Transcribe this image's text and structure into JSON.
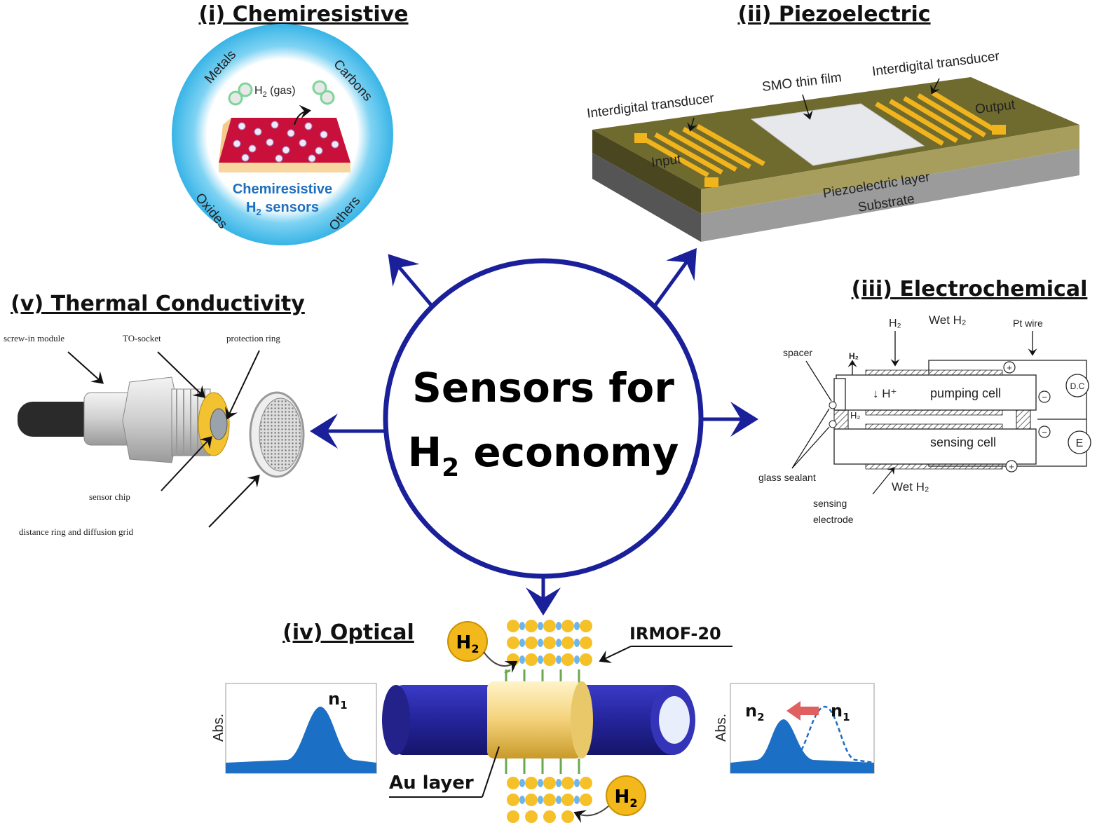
{
  "center": {
    "line1": "Sensors for",
    "line2_prefix": "H",
    "line2_sub": "2",
    "line2_suffix": " economy"
  },
  "sections": {
    "chemiresistive": {
      "title": "(i) Chemiresistive",
      "ring_labels": [
        "Metals",
        "Carbons",
        "Oxides",
        "Others"
      ],
      "gas_label_prefix": "H",
      "gas_label_sub": "2",
      "gas_label_suffix": " (gas)",
      "inner_line1": "Chemiresistive",
      "inner_line2_prefix": "H",
      "inner_line2_sub": "2",
      "inner_line2_suffix": " sensors"
    },
    "piezoelectric": {
      "title": "(ii) Piezoelectric",
      "labels": {
        "idt_left": "Interdigital transducer",
        "film": "SMO thin film",
        "idt_right": "Interdigital transducer",
        "input": "Input",
        "output": "Output",
        "piezo_layer": "Piezoelectric layer",
        "substrate": "Substrate"
      }
    },
    "electrochemical": {
      "title": "(iii) Electrochemical",
      "labels": {
        "h2_top": "H₂",
        "wet_h2_top": "Wet H₂",
        "pt_wire": "Pt wire",
        "spacer": "spacer",
        "h2_small": "H₂",
        "h_plus": "↓ H⁺",
        "pumping_cell": "pumping cell",
        "h2_inner": "H₂",
        "sensing_cell": "sensing cell",
        "dc": "D.C",
        "e": "E",
        "plus": "+",
        "minus": "−",
        "glass_sealant": "glass sealant",
        "wet_h2_bottom": "Wet H₂",
        "sensing": "sensing",
        "electrode": "electrode"
      }
    },
    "optical": {
      "title": "(iv) Optical",
      "h2": "H",
      "h2_sub": "2",
      "irmof": "IRMOF-20",
      "au_layer": "Au layer",
      "abs": "Abs.",
      "n1": "n",
      "n1_sub": "1",
      "n2": "n",
      "n2_sub": "2"
    },
    "thermal": {
      "title": "(v) Thermal Conductivity",
      "labels": {
        "screw": "screw-in module",
        "to_socket": "TO-socket",
        "protection": "protection ring",
        "chip": "sensor chip",
        "grid": "distance ring and diffusion grid"
      }
    }
  },
  "colors": {
    "arrow": "#1a1f9a",
    "ring": "#1a1f9a",
    "light_blue": "#5ec6ef",
    "gold": "#f5b800",
    "tube": "#2a2aa0",
    "peak": "#1b6fc4"
  }
}
